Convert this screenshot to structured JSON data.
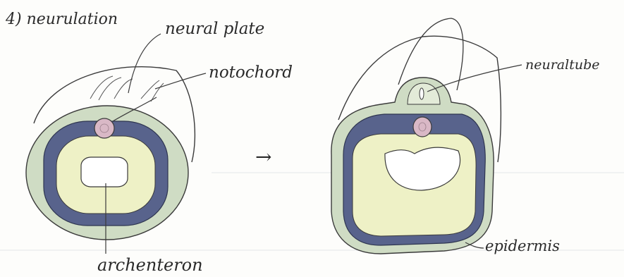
{
  "title": "4) neurulation",
  "labels": {
    "neural_plate": "neural plate",
    "notochord": "notochord",
    "neural_tube": "neuraltube",
    "archenteron": "archenteron",
    "epidermis": "epidermis"
  },
  "arrow": "→",
  "colors": {
    "ink": "#2a2a2a",
    "ectoderm_green": "#cfdcc4",
    "mesoderm_navy": "#58638c",
    "endoderm_yellow": "#eef1c6",
    "notochord_pink": "#d9b8c6",
    "background": "#fdfdfb"
  }
}
